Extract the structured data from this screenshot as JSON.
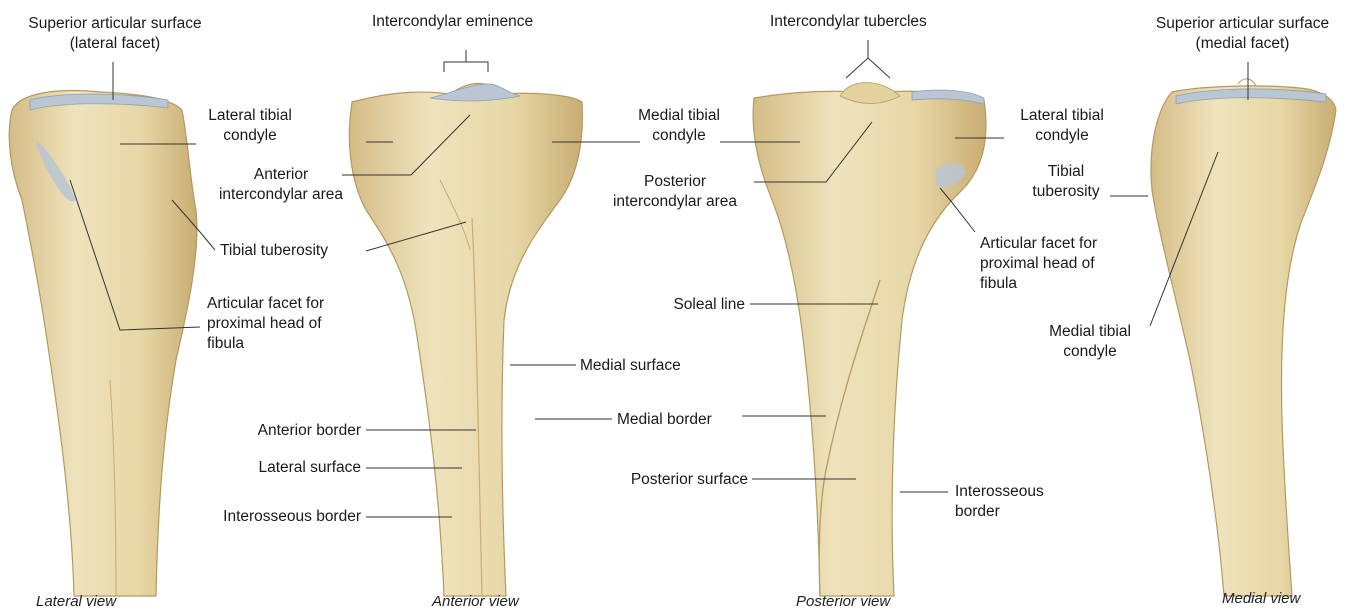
{
  "colors": {
    "bone_fill": "#eadcad",
    "bone_shade": "#cdb27a",
    "cartilage": "#b9c6d3",
    "leader": "#333333",
    "background": "#ffffff"
  },
  "views": {
    "lateral": {
      "caption": "Lateral view",
      "labels": {
        "superior_surface": [
          "Superior articular surface",
          "(lateral facet)"
        ],
        "lateral_condyle": [
          "Lateral tibial",
          "condyle"
        ],
        "tibial_tuberosity": "Tibial tuberosity",
        "articular_facet": [
          "Articular facet for",
          "proximal head of",
          "fibula"
        ]
      }
    },
    "anterior": {
      "caption": "Anterior view",
      "labels": {
        "intercondylar_eminence": "Intercondylar eminence",
        "anterior_intercondylar": [
          "Anterior",
          "intercondylar area"
        ],
        "medial_condyle": [
          "Medial tibial",
          "condyle"
        ],
        "medial_surface": "Medial surface",
        "medial_border": "Medial border",
        "anterior_border": "Anterior border",
        "lateral_surface": "Lateral surface",
        "interosseous_border": "Interosseous border"
      }
    },
    "posterior": {
      "caption": "Posterior view",
      "labels": {
        "intercondylar_tubercles": "Intercondylar tubercles",
        "posterior_intercondylar": [
          "Posterior",
          "intercondylar area"
        ],
        "lateral_condyle": [
          "Lateral tibial",
          "condyle"
        ],
        "articular_facet": [
          "Articular facet for",
          "proximal head of",
          "fibula"
        ],
        "soleal_line": "Soleal line",
        "posterior_surface": "Posterior surface",
        "interosseous_border": [
          "Interosseous",
          "border"
        ]
      }
    },
    "medial": {
      "caption": "Medial view",
      "labels": {
        "superior_surface": [
          "Superior articular surface",
          "(medial facet)"
        ],
        "tibial_tuberosity": [
          "Tibial",
          "tuberosity"
        ],
        "medial_condyle": [
          "Medial tibial",
          "condyle"
        ]
      }
    }
  }
}
